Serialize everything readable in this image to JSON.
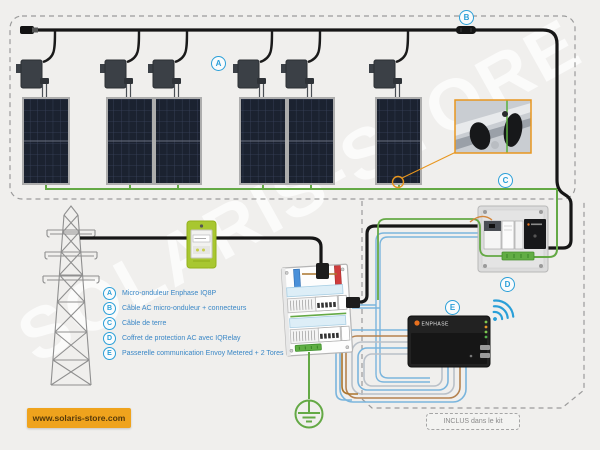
{
  "watermark": "SOLARIS-STORE",
  "site": {
    "label": "www.solaris-store.com"
  },
  "kit": {
    "label": "INCLUS dans le kit"
  },
  "markers": {
    "a": "A",
    "b": "B",
    "c": "C",
    "d": "D",
    "e": "E"
  },
  "legend": {
    "items": [
      {
        "letter": "A",
        "text": "Micro-onduleur Enphase IQ8P"
      },
      {
        "letter": "B",
        "text": "Câble AC micro-onduleur + connecteurs"
      },
      {
        "letter": "C",
        "text": "Câble de terre"
      },
      {
        "letter": "D",
        "text": "Coffret de protection AC avec IQRelay"
      },
      {
        "letter": "E",
        "text": "Passerelle communication Envoy Metered + 2 Tores"
      }
    ]
  },
  "devices": {
    "envoy_brand": "ENPHASE"
  },
  "colors": {
    "background": "#f0efed",
    "accent_blue": "#2a9fd8",
    "legend_text": "#3a87c6",
    "wire_green": "#64a945",
    "meter_green": "#a8c730",
    "highlight_orange": "#e8961e",
    "cable_black": "#1a1a1a",
    "comm_wire_blue": "#7ab5dd",
    "phase_wire_brown": "#a9742c",
    "website_badge_bg": "#efa31d"
  }
}
